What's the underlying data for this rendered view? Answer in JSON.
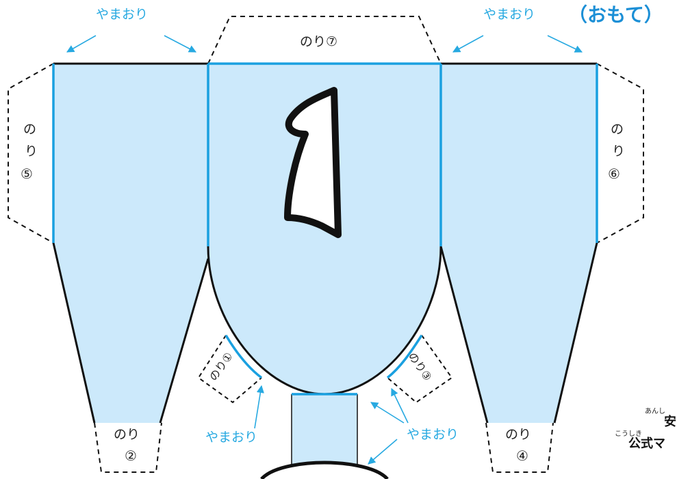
{
  "side_label": "（おもて）",
  "fold_label": "やまおり",
  "glue": {
    "g1": "のり①",
    "g2_top": "のり",
    "g2_num": "②",
    "g3": "のり③",
    "g4_top": "のり",
    "g4_num": "④",
    "g5_top": "の",
    "g5_mid": "り",
    "g5_num": "⑤",
    "g6_top": "の",
    "g6_mid": "り",
    "g6_num": "⑥",
    "g7": "のり⑦"
  },
  "number_label": "1",
  "footer": {
    "ruby1": "あんし",
    "main1": "安",
    "ruby2": "こうしき",
    "main2": "公式マ"
  },
  "colors": {
    "panel_fill": "#cce9fb",
    "fold_line": "#1aa0e0",
    "cut_line": "#111111",
    "accent_text": "#27a9e1"
  }
}
